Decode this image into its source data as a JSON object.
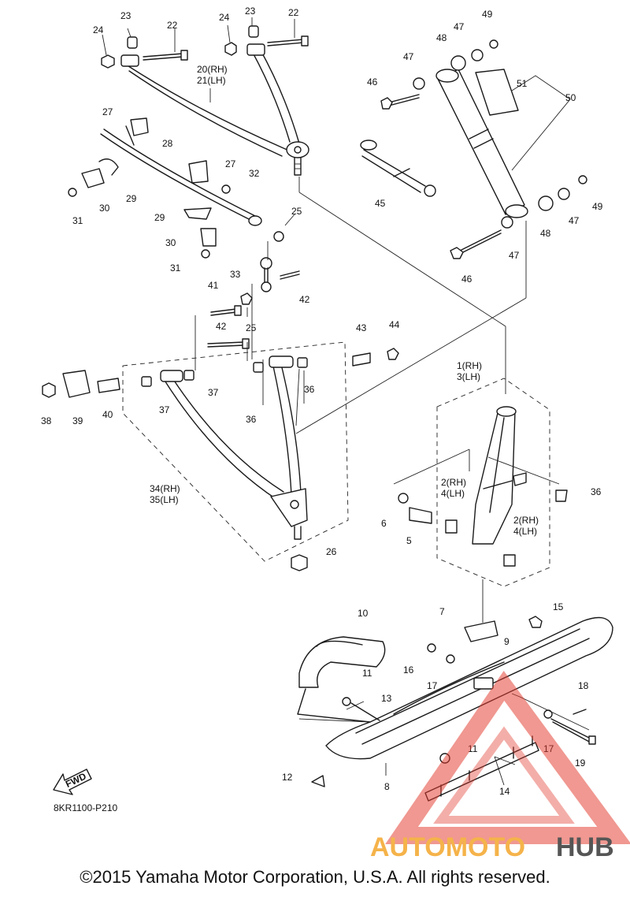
{
  "callouts": {
    "c1": "1(RH)",
    "c3": "3(LH)",
    "c2a": "2(RH)",
    "c4a": "4(LH)",
    "c2b": "2(RH)",
    "c4b": "4(LH)",
    "c5": "5",
    "c6": "6",
    "c7": "7",
    "c8": "8",
    "c9": "9",
    "c10": "10",
    "c11a": "11",
    "c11b": "11",
    "c12": "12",
    "c13": "13",
    "c14": "14",
    "c15": "15",
    "c16": "16",
    "c17a": "17",
    "c17b": "17",
    "c18": "18",
    "c19": "19",
    "c20": "20(RH)",
    "c21": "21(LH)",
    "c22a": "22",
    "c22b": "22",
    "c23a": "23",
    "c23b": "23",
    "c24a": "24",
    "c24b": "24",
    "c25a": "25",
    "c25b": "25",
    "c26": "26",
    "c27a": "27",
    "c27b": "27",
    "c28": "28",
    "c29a": "29",
    "c29b": "29",
    "c30a": "30",
    "c30b": "30",
    "c31a": "31",
    "c31b": "31",
    "c32": "32",
    "c33": "33",
    "c34": "34(RH)",
    "c35": "35(LH)",
    "c36a": "36",
    "c36b": "36",
    "c36c": "36",
    "c37a": "37",
    "c37b": "37",
    "c38": "38",
    "c39": "39",
    "c40": "40",
    "c41": "41",
    "c42a": "42",
    "c42b": "42",
    "c43": "43",
    "c44": "44",
    "c45": "45",
    "c46a": "46",
    "c46b": "46",
    "c47a": "47",
    "c47b": "47",
    "c47c": "47",
    "c47d": "47",
    "c48a": "48",
    "c48b": "48",
    "c49a": "49",
    "c49b": "49",
    "c50": "50",
    "c51": "51"
  },
  "fwd_label": "FWD",
  "diagram_code": "8KR1100-P210",
  "watermark": {
    "part1": "AUTOMOTO",
    "part2": "HUB",
    "color1": "#f5b34a",
    "color2": "#555555",
    "triangle_color": "#e23b2e"
  },
  "copyright": "©2015 Yamaha Motor Corporation, U.S.A. All rights reserved."
}
